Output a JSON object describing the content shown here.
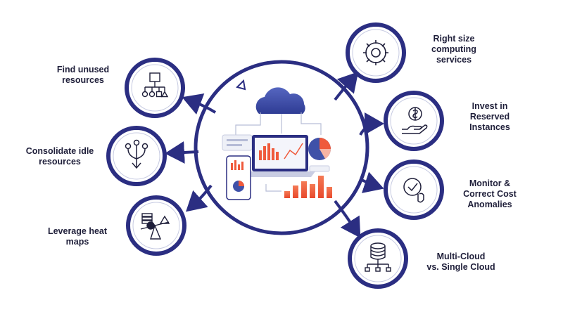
{
  "colors": {
    "primary": "#2b2e82",
    "cloud": "#3f51a8",
    "orange": "#ef5a3c",
    "text": "#1f1f3a"
  },
  "center": {
    "icon": "cloud-analytics-dashboard"
  },
  "nodes": {
    "find_unused": {
      "label": "Find unused\nresources",
      "icon": "hierarchy-icon"
    },
    "consolidate": {
      "label": "Consolidate idle\nresources",
      "icon": "merge-arrows-icon"
    },
    "heat_maps": {
      "label": "Leverage heat\nmaps",
      "icon": "balance-scale-icon"
    },
    "right_size": {
      "label": "Right size\ncomputing\nservices",
      "icon": "gear-icon"
    },
    "invest": {
      "label": "Invest in\nReserved\nInstances",
      "icon": "dollar-hand-icon"
    },
    "monitor": {
      "label": "Monitor &\nCorrect Cost\nAnomalies",
      "icon": "check-badge-icon"
    },
    "multicloud": {
      "label": "Multi-Cloud\nvs. Single Cloud",
      "icon": "database-network-icon"
    }
  }
}
